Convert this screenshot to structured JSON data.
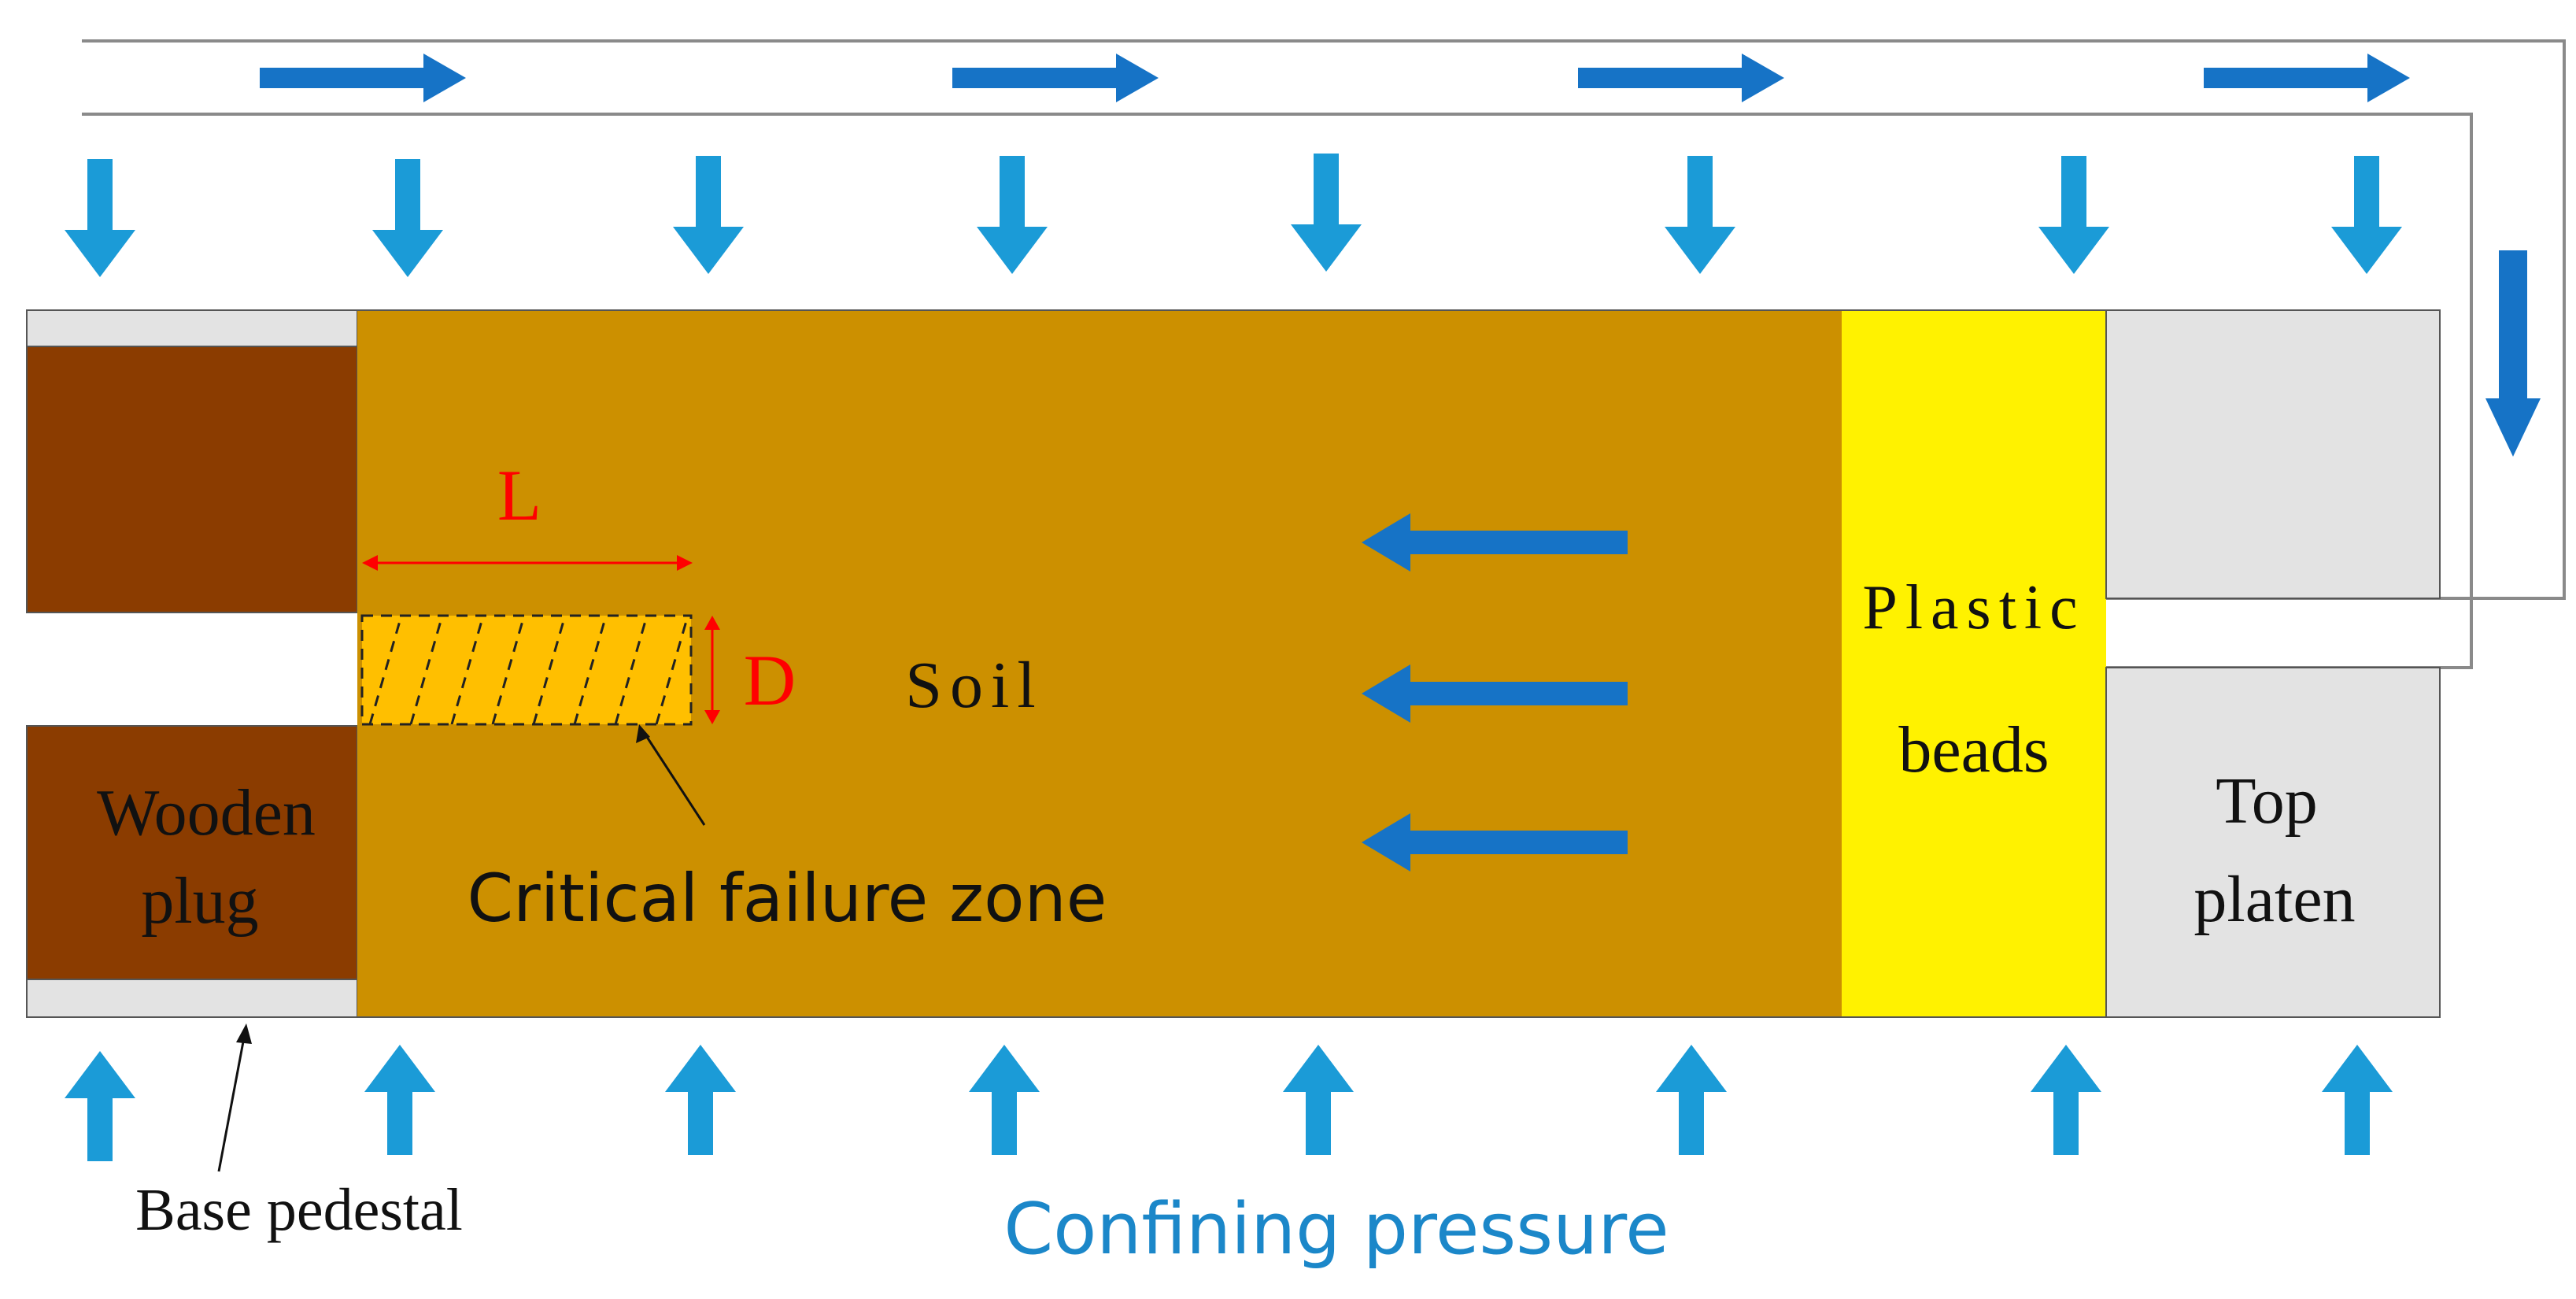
{
  "labels": {
    "length": "L",
    "diameter": "D",
    "soil": "Soil",
    "critical_zone": "Critical failure zone",
    "plastic": "Plastic",
    "beads": "beads",
    "wooden": "Wooden",
    "plug": "plug",
    "top": "Top",
    "platen": "platen",
    "base_pedestal": "Base pedestal",
    "confining_pressure": "Confining pressure"
  },
  "colors": {
    "soil": "#CC9000",
    "wooden_plug": "#8B3C00",
    "critical_zone": "#FFBF00",
    "plastic_beads": "#FFF200",
    "platen": "#E3E3E3",
    "pressure_arrow": "#1B9BD7",
    "flow_arrow": "#1673C6",
    "dimension_red": "#FF0000",
    "caption_blue": "#1B87C9"
  }
}
